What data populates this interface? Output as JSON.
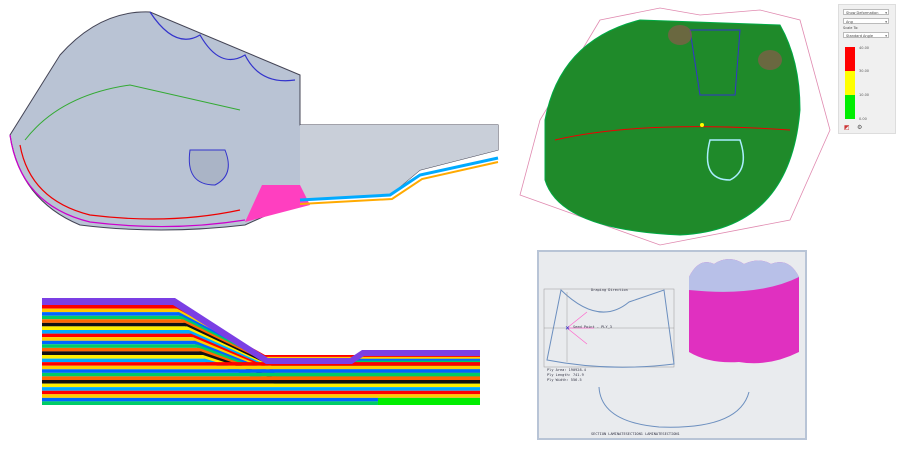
{
  "deformation_panel": {
    "mode_select": "Show Deformation",
    "type_select": "Ang",
    "scale_label": "Scale To:",
    "scale_select": "Standard Angle",
    "ticks": [
      "40.00",
      "30.00",
      "10.00",
      "0.00"
    ],
    "colors": {
      "red": "#ff0000",
      "yellow": "#ffff00",
      "green": "#00ee00"
    }
  },
  "flat_pattern_view": {
    "draping_direction": "Draping Direction",
    "seed_point": "Seed Point - PLY_3",
    "ply_area": "Ply Area: 190928.4",
    "ply_length": "Ply Length: 741.9",
    "ply_width": "Ply Width: 556.5",
    "section_label": "SECTION LAMINATESECTION1 LAMINATESECTION1"
  },
  "colors": {
    "shell": "#b9c3d4",
    "drape": "#1f8a2a",
    "magenta": "#ff3fc0",
    "laminate_purple": "#7b3fe4"
  }
}
